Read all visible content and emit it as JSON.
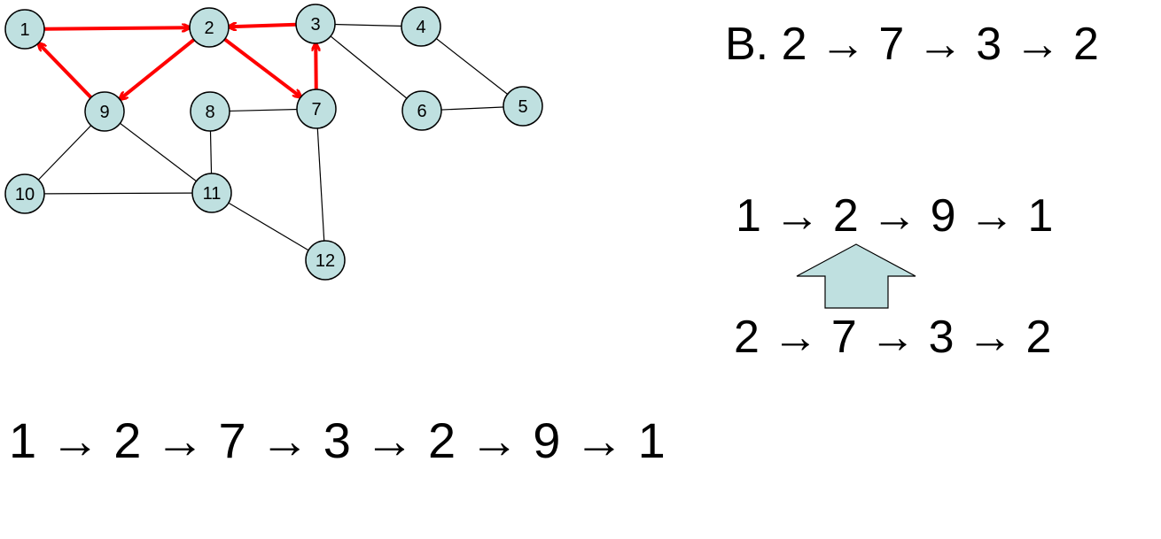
{
  "graph": {
    "nodes": [
      "1",
      "2",
      "3",
      "4",
      "5",
      "6",
      "7",
      "8",
      "9",
      "10",
      "11",
      "12"
    ],
    "edges": [
      {
        "from": "3",
        "to": "4"
      },
      {
        "from": "3",
        "to": "6"
      },
      {
        "from": "4",
        "to": "5"
      },
      {
        "from": "6",
        "to": "5"
      },
      {
        "from": "8",
        "to": "7"
      },
      {
        "from": "8",
        "to": "11"
      },
      {
        "from": "9",
        "to": "10"
      },
      {
        "from": "9",
        "to": "11"
      },
      {
        "from": "10",
        "to": "11"
      },
      {
        "from": "11",
        "to": "12"
      },
      {
        "from": "7",
        "to": "12"
      }
    ],
    "highlighted_arcs": [
      {
        "from": "1",
        "to": "2"
      },
      {
        "from": "3",
        "to": "2"
      },
      {
        "from": "2",
        "to": "9"
      },
      {
        "from": "9",
        "to": "1"
      },
      {
        "from": "2",
        "to": "7"
      },
      {
        "from": "7",
        "to": "3"
      }
    ],
    "highlight_color": "#ff0000",
    "node_fill": "#bfe0e0"
  },
  "sequences": {
    "labeled_cycle": "B. 2 → 7 → 3 → 2",
    "cycle_one": "1 → 2 → 9 → 1",
    "cycle_two": "2 → 7 → 3 → 2",
    "combined": "1 → 2 → 7 → 3 → 2 → 9 → 1"
  },
  "merge_arrow": {
    "icon": "up-block-arrow-icon",
    "color": "#bfe0e0"
  }
}
